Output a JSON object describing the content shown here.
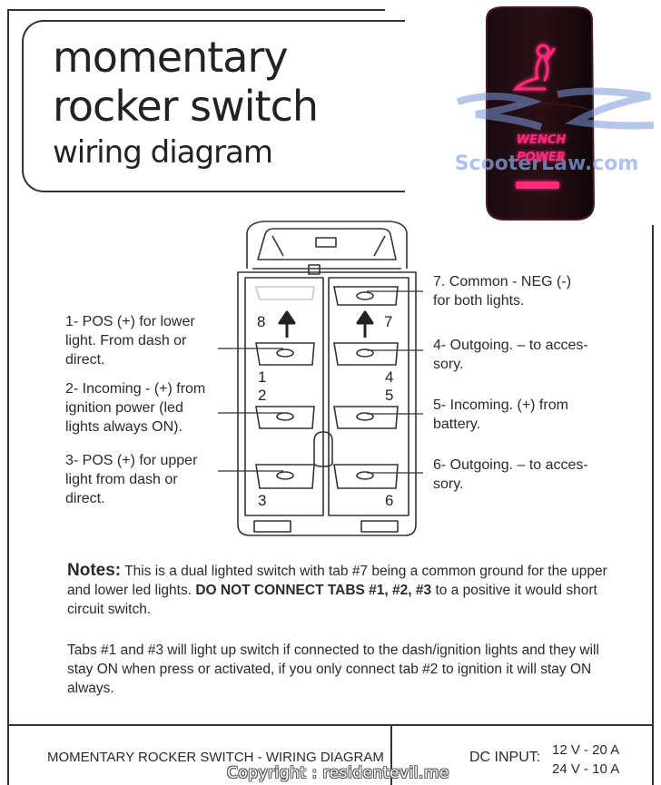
{
  "title": {
    "line1": "momentary",
    "line2": "rocker switch",
    "line3": "wiring diagram"
  },
  "photo": {
    "label_line1": "WENCH",
    "label_line2": "POWER",
    "watermark": "ScooterLaw.com",
    "glow_color": "#ff2a7a"
  },
  "pins_left": [
    {
      "line1": "1- POS (+) for lower",
      "line2": "light. From dash or",
      "line3": "direct."
    },
    {
      "line1": "2- Incoming - (+) from",
      "line2": "ignition power (led",
      "line3": "lights always ON)."
    },
    {
      "line1": "3- POS (+) for upper",
      "line2": "light from dash or",
      "line3": "direct."
    }
  ],
  "pins_right": [
    {
      "line1": "7. Common - NEG (-)",
      "line2": "for both lights."
    },
    {
      "line1": "4- Outgoing. – to acces-",
      "line2": "sory."
    },
    {
      "line1": "5- Incoming. (+) from",
      "line2": "battery."
    },
    {
      "line1": "6- Outgoing. – to acces-",
      "line2": "sory."
    }
  ],
  "terminal_numbers": {
    "n8": "8",
    "n7": "7",
    "n1": "1",
    "n4": "4",
    "n2": "2",
    "n5": "5",
    "n3": "3",
    "n6": "6"
  },
  "notes": {
    "heading": "Notes:",
    "text1": " This is a dual lighted switch with tab #7 being a common ground for the upper and lower led lights. ",
    "bold": "DO NOT CONNECT TABS #1, #2, #3",
    "text2": " to a positive it would short circuit switch.",
    "para2": "Tabs #1 and #3 will light up switch if connected to the dash/ignition lights and they will stay ON when press or activated, if you only connect tab #2 to ignition it will stay ON always."
  },
  "footer": {
    "title": "MOMENTARY ROCKER SWITCH - WIRING DIAGRAM",
    "dc_label": "DC INPUT:",
    "rating1": "12 V - 20 A",
    "rating2": "24 V - 10 A"
  },
  "copyright": "Copyright : residentevil.me"
}
